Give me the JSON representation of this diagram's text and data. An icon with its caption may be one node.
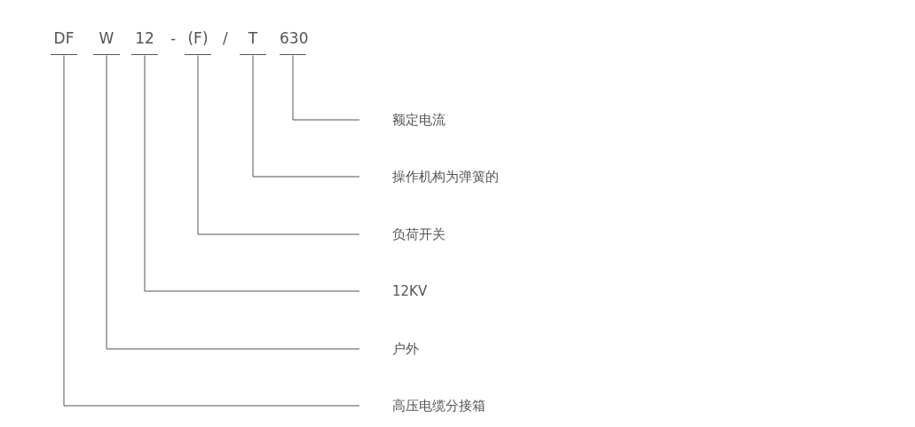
{
  "diagram": {
    "nodes": [
      {
        "text": [
          "DF"
        ]
      },
      {
        "text": [
          "W"
        ]
      },
      {
        "text": [
          "12"
        ]
      },
      {
        "text": [
          "(F)"
        ]
      },
      {
        "text": [
          "T"
        ]
      },
      {
        "text": [
          "630"
        ]
      },
      {
        "text": [
          "额定电流"
        ]
      },
      {
        "text": [
          "操作机构为弹簧的"
        ]
      },
      {
        "text": [
          "负荷开关"
        ]
      },
      {
        "text": [
          "12KV"
        ]
      },
      {
        "text": [
          "户外"
        ]
      },
      {
        "text": [
          "高压电缆分接箱"
        ]
      }
    ],
    "edges": [
      {
        "from": 5,
        "to": 6,
        "arrow": "none"
      },
      {
        "from": 4,
        "to": 7,
        "arrow": "none"
      },
      {
        "from": 3,
        "to": 8,
        "arrow": "none"
      },
      {
        "from": 2,
        "to": 9,
        "arrow": "none"
      },
      {
        "from": 1,
        "to": 10,
        "arrow": "none"
      },
      {
        "from": 0,
        "to": 11,
        "arrow": "none"
      }
    ],
    "labels": [
      "-",
      "/"
    ]
  }
}
